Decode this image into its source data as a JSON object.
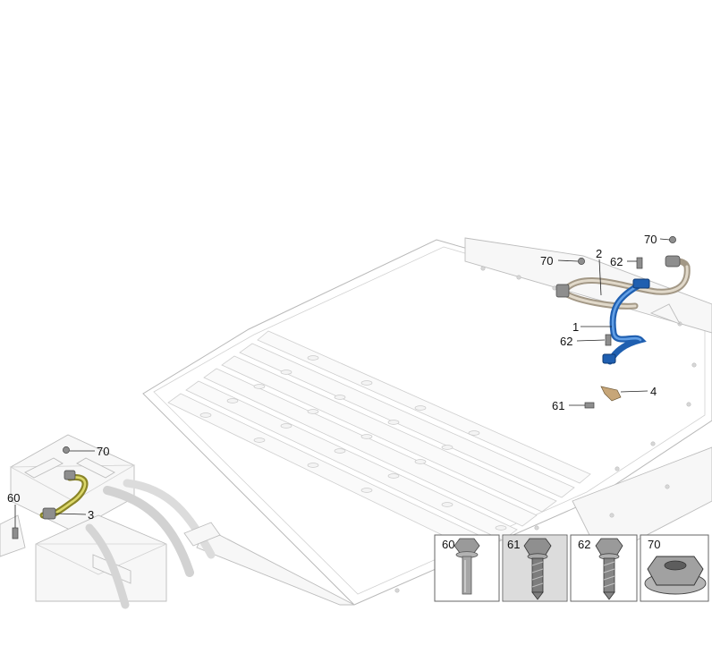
{
  "callouts": [
    {
      "id": "c70a",
      "label": "70"
    },
    {
      "id": "c70b",
      "label": "70"
    },
    {
      "id": "c2",
      "label": "2"
    },
    {
      "id": "c62a",
      "label": "62"
    },
    {
      "id": "c1",
      "label": "1"
    },
    {
      "id": "c62b",
      "label": "62"
    },
    {
      "id": "c4",
      "label": "4"
    },
    {
      "id": "c61",
      "label": "61"
    },
    {
      "id": "c70c",
      "label": "70"
    },
    {
      "id": "c60",
      "label": "60"
    },
    {
      "id": "c3",
      "label": "3"
    }
  ],
  "legend": [
    {
      "label": "60",
      "part": "flange-bolt-icon",
      "highlighted": false
    },
    {
      "label": "61",
      "part": "thread-forming-bolt-icon",
      "highlighted": true
    },
    {
      "label": "62",
      "part": "thread-forming-bolt-icon",
      "highlighted": false
    },
    {
      "label": "70",
      "part": "flange-nut-icon",
      "highlighted": false
    }
  ],
  "colors": {
    "cable_2": "#a39886",
    "cable_1": "#1f5fb0",
    "cable_3": "#8a8528",
    "background": "#ffffff",
    "outline": "#b9b9b9"
  }
}
